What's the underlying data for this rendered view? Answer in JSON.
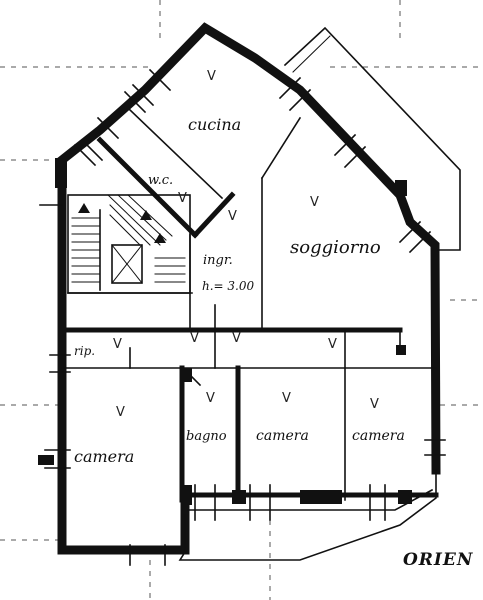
{
  "rooms": {
    "cucina": "cucina",
    "wc": "w.c.",
    "ingresso": "ingr.",
    "height": "h.= 3.00",
    "soggiorno": "soggiorno",
    "ripostiglio": "rip.",
    "camera_left": "camera",
    "bagno": "bagno",
    "camera_mid": "camera",
    "camera_right": "camera"
  },
  "orientation_text": "ORIEN",
  "check_marks": [
    "V",
    "V",
    "V",
    "V",
    "V",
    "V",
    "V",
    "V",
    "V",
    "V",
    "V",
    "V"
  ]
}
